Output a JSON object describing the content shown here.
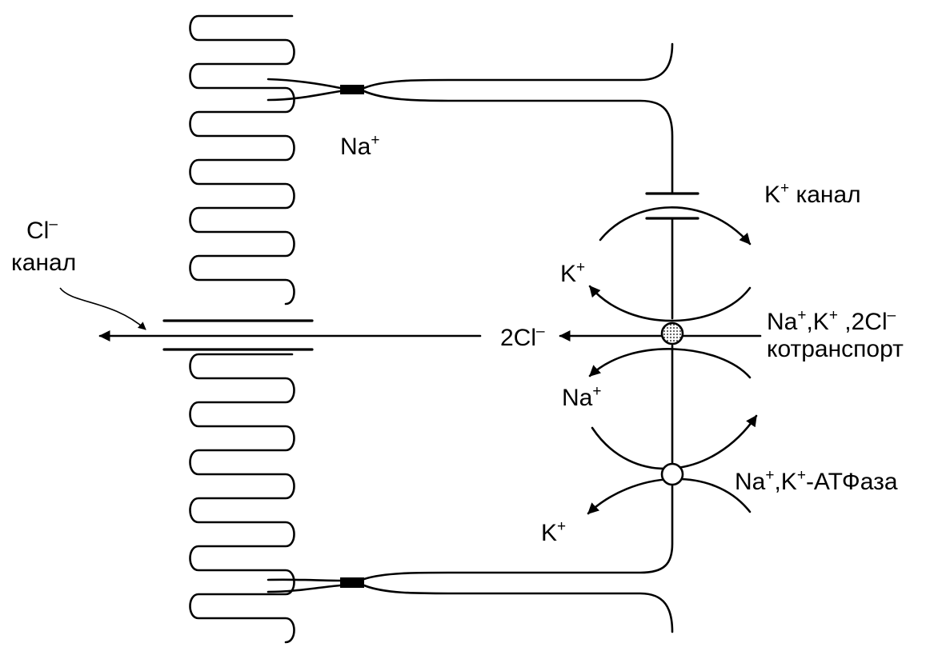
{
  "labels": {
    "na_top": {
      "base": "Na",
      "sup": "+"
    },
    "k_channel": {
      "base": "K",
      "sup": "+",
      "rest": " канал"
    },
    "cl_channel_line1": {
      "base": "Cl",
      "sup": "–"
    },
    "cl_channel_line2": "канал",
    "k_left": {
      "base": "K",
      "sup": "+"
    },
    "two_cl": {
      "base": "2Cl",
      "sup": "–"
    },
    "cotransport_line1": {
      "a": "Na",
      "s1": "+",
      "b": ",K",
      "s2": "+",
      "c": " ,2Cl",
      "s3": "–"
    },
    "cotransport_line2": "котранспорт",
    "na_mid": {
      "base": "Na",
      "sup": "+"
    },
    "atpase": {
      "a": "Na",
      "s1": "+",
      "b": ",K",
      "s2": "+",
      "c": "-АТФаза"
    },
    "k_bottom": {
      "base": "K",
      "sup": "+"
    }
  },
  "icons": {
    "cotransporter": "dotted-circle",
    "atpase_pump": "open-circle",
    "tight_junction": "black-rectangle"
  },
  "colors": {
    "ink": "#000000",
    "background": "#ffffff",
    "dot_fill": "#555555"
  }
}
